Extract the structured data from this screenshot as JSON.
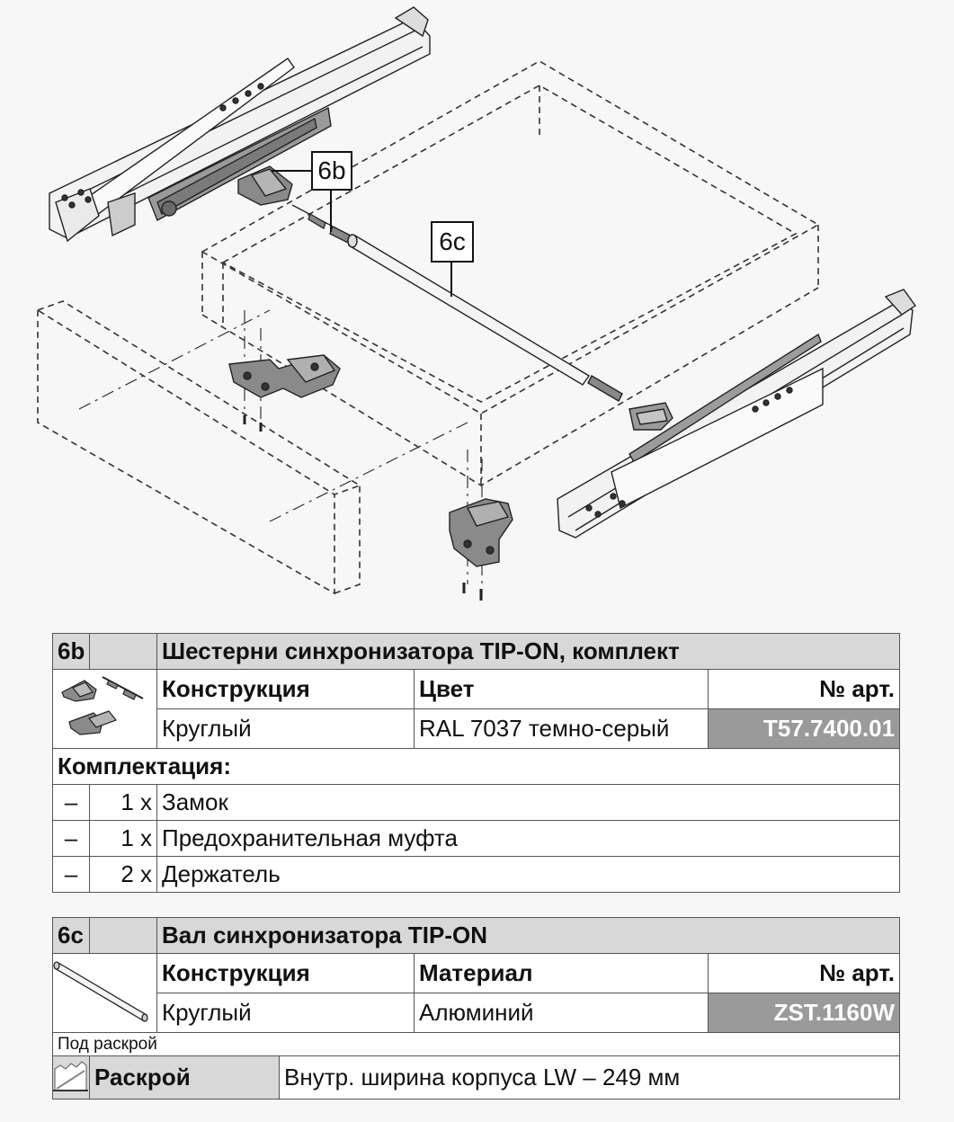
{
  "callouts": {
    "b": "6b",
    "c": "6c"
  },
  "table_6b": {
    "id": "6b",
    "title": "Шестерни синхронизатора TIP-ON, комплект",
    "headers": {
      "construction": "Конструкция",
      "color": "Цвет",
      "art": "№ арт."
    },
    "row": {
      "construction": "Круглый",
      "color": "RAL 7037 темно-серый",
      "art": "T57.7400.01"
    },
    "kit_label": "Комплектация:",
    "kit": [
      {
        "dash": "–",
        "qty": "1 x",
        "name": "Замок"
      },
      {
        "dash": "–",
        "qty": "1 x",
        "name": "Предохранительная муфта"
      },
      {
        "dash": "–",
        "qty": "2 x",
        "name": "Держатель"
      }
    ]
  },
  "table_6c": {
    "id": "6c",
    "title": "Вал синхронизатора TIP-ON",
    "headers": {
      "construction": "Конструкция",
      "material": "Материал",
      "art": "№ арт."
    },
    "row": {
      "construction": "Круглый",
      "material": "Алюминий",
      "art": "ZST.1160W"
    },
    "cut_note": "Под раскрой",
    "cut_label": "Раскрой",
    "cut_value": "Внутр. ширина корпуса LW – 249 мм"
  }
}
